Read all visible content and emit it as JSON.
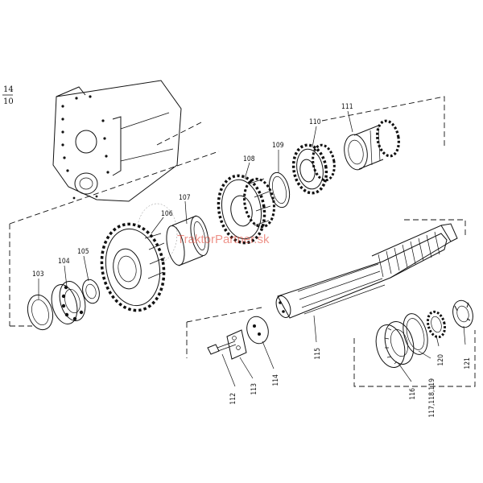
{
  "sheet": {
    "numerator": "14",
    "denominator": "10"
  },
  "watermark": {
    "text": "TraktorPartner.sk",
    "color": "#e03a2a"
  },
  "callouts": {
    "p103": "103",
    "p104": "104",
    "p105": "105",
    "p106": "106",
    "p107": "107",
    "p108": "108",
    "p109": "109",
    "p110": "110",
    "p111": "111",
    "p112": "112",
    "p113": "113",
    "p114": "114",
    "p115": "115",
    "p116": "116",
    "p117": "117,118,119",
    "p120": "120",
    "p121": "121"
  }
}
